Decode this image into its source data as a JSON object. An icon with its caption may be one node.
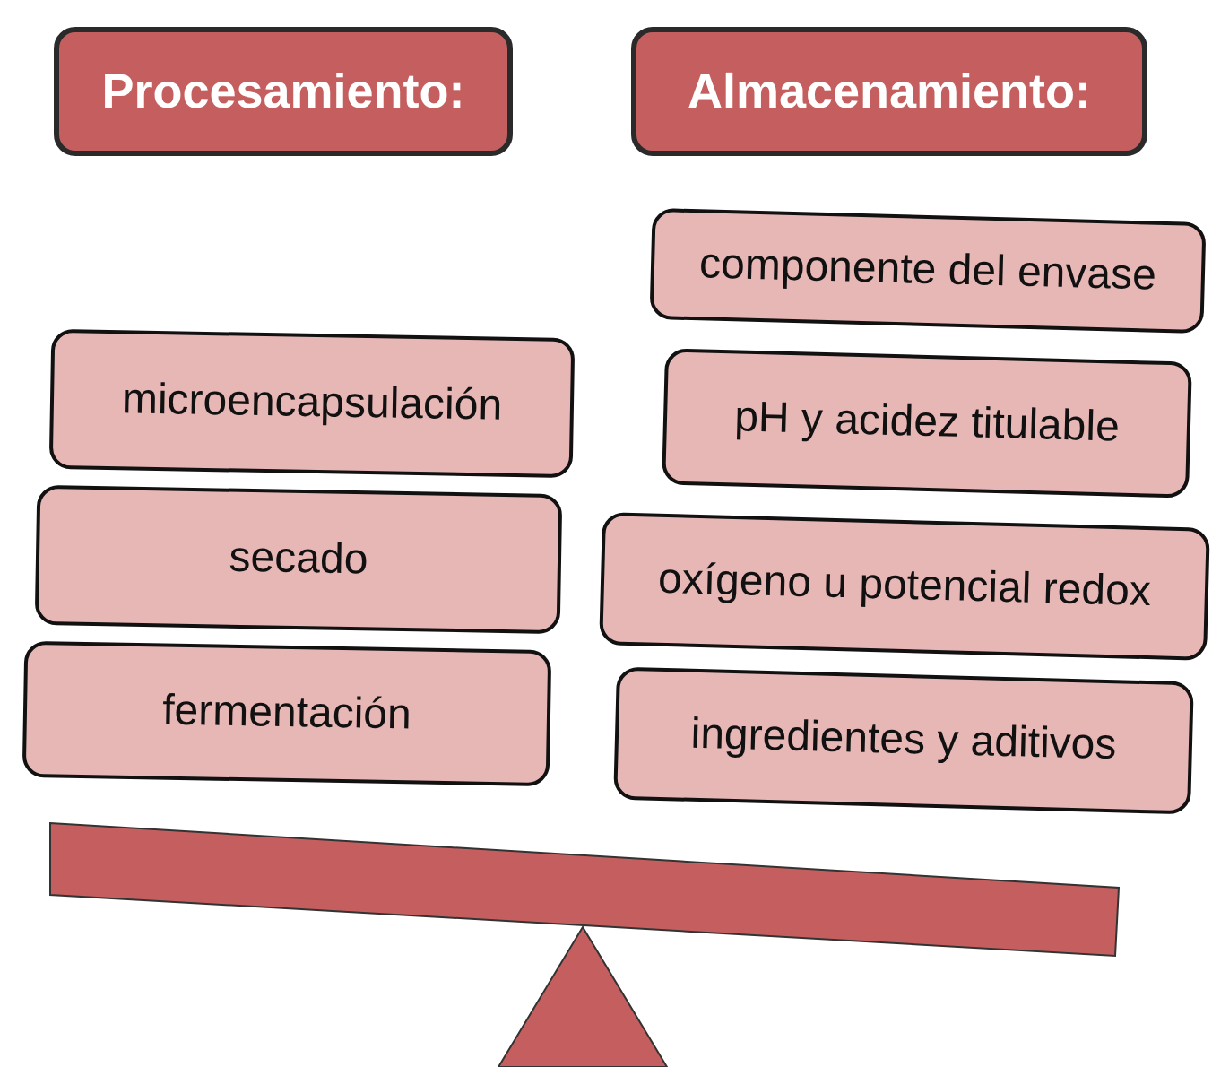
{
  "diagram": {
    "nodes": [
      {
        "text": [
          "Procesamiento:"
        ]
      },
      {
        "text": [
          "Almacenamiento:"
        ]
      },
      {
        "text": [
          "microencapsulación"
        ]
      },
      {
        "text": [
          "secado"
        ]
      },
      {
        "text": [
          "fermentación"
        ]
      },
      {
        "text": [
          "componente del envase"
        ]
      },
      {
        "text": [
          "pH y acidez titulable"
        ]
      },
      {
        "text": [
          "oxígeno u potencial redox"
        ]
      },
      {
        "text": [
          "ingredientes y aditivos"
        ]
      }
    ]
  }
}
